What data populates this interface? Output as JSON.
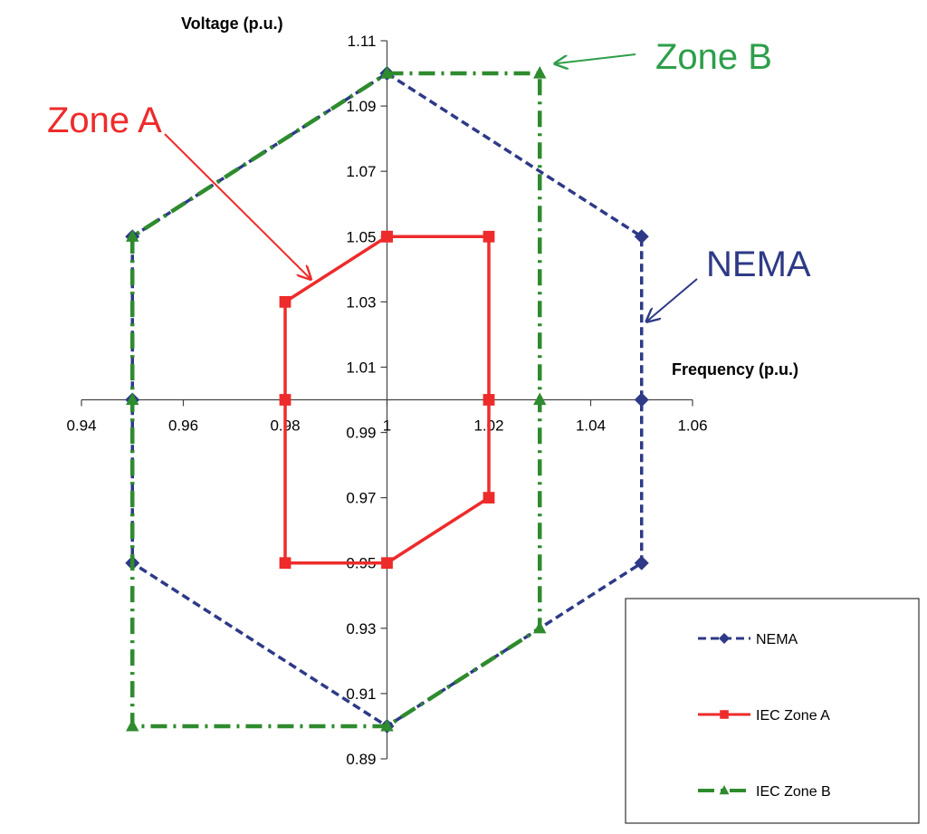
{
  "chart_data": {
    "type": "line",
    "xlabel": "Frequency (p.u.)",
    "ylabel": "Voltage (p.u.)",
    "xlim": [
      0.94,
      1.06
    ],
    "ylim": [
      0.89,
      1.11
    ],
    "x_ticks": [
      "0.94",
      "0.96",
      "0.98",
      "1",
      "1.02",
      "1.04",
      "1.06"
    ],
    "y_ticks": [
      "0.89",
      "0.91",
      "0.93",
      "0.95",
      "0.97",
      "0.99",
      "1.01",
      "1.03",
      "1.05",
      "1.07",
      "1.09",
      "1.11"
    ],
    "axes_cross_at": {
      "x": 1.0,
      "y": 1.0
    },
    "grid": false,
    "legend_position": "bottom-right",
    "series": [
      {
        "name": "NEMA",
        "color": "#2e3a87",
        "line_style": "dashed",
        "marker": "diamond",
        "points": [
          [
            1.0,
            1.1
          ],
          [
            1.05,
            1.05
          ],
          [
            1.05,
            1.0
          ],
          [
            1.05,
            0.95
          ],
          [
            1.0,
            0.9
          ],
          [
            0.95,
            0.95
          ],
          [
            0.95,
            1.0
          ],
          [
            0.95,
            1.05
          ],
          [
            1.0,
            1.1
          ]
        ]
      },
      {
        "name": "IEC Zone A",
        "color": "#ee2b2b",
        "line_style": "solid",
        "marker": "square",
        "points": [
          [
            1.0,
            1.05
          ],
          [
            1.02,
            1.05
          ],
          [
            1.02,
            1.0
          ],
          [
            1.02,
            0.97
          ],
          [
            1.0,
            0.95
          ],
          [
            0.98,
            0.95
          ],
          [
            0.98,
            1.0
          ],
          [
            0.98,
            1.03
          ],
          [
            1.0,
            1.05
          ]
        ]
      },
      {
        "name": "IEC Zone B",
        "color": "#2e8b2e",
        "line_style": "dash-dot",
        "marker": "triangle",
        "points": [
          [
            1.0,
            1.1
          ],
          [
            1.03,
            1.1
          ],
          [
            1.03,
            1.0
          ],
          [
            1.03,
            0.93
          ],
          [
            1.0,
            0.9
          ],
          [
            0.95,
            0.9
          ],
          [
            0.95,
            1.0
          ],
          [
            0.95,
            1.05
          ],
          [
            1.0,
            1.1
          ]
        ]
      }
    ],
    "annotations": [
      {
        "text": "Zone A",
        "color": "#ee2b2b",
        "arrow_to": [
          0.985,
          1.037
        ]
      },
      {
        "text": "Zone B",
        "color": "#2e9e4a",
        "arrow_to": [
          1.033,
          1.103
        ]
      },
      {
        "text": "NEMA",
        "color": "#2e3a87",
        "arrow_to": [
          1.051,
          1.024
        ]
      }
    ]
  }
}
